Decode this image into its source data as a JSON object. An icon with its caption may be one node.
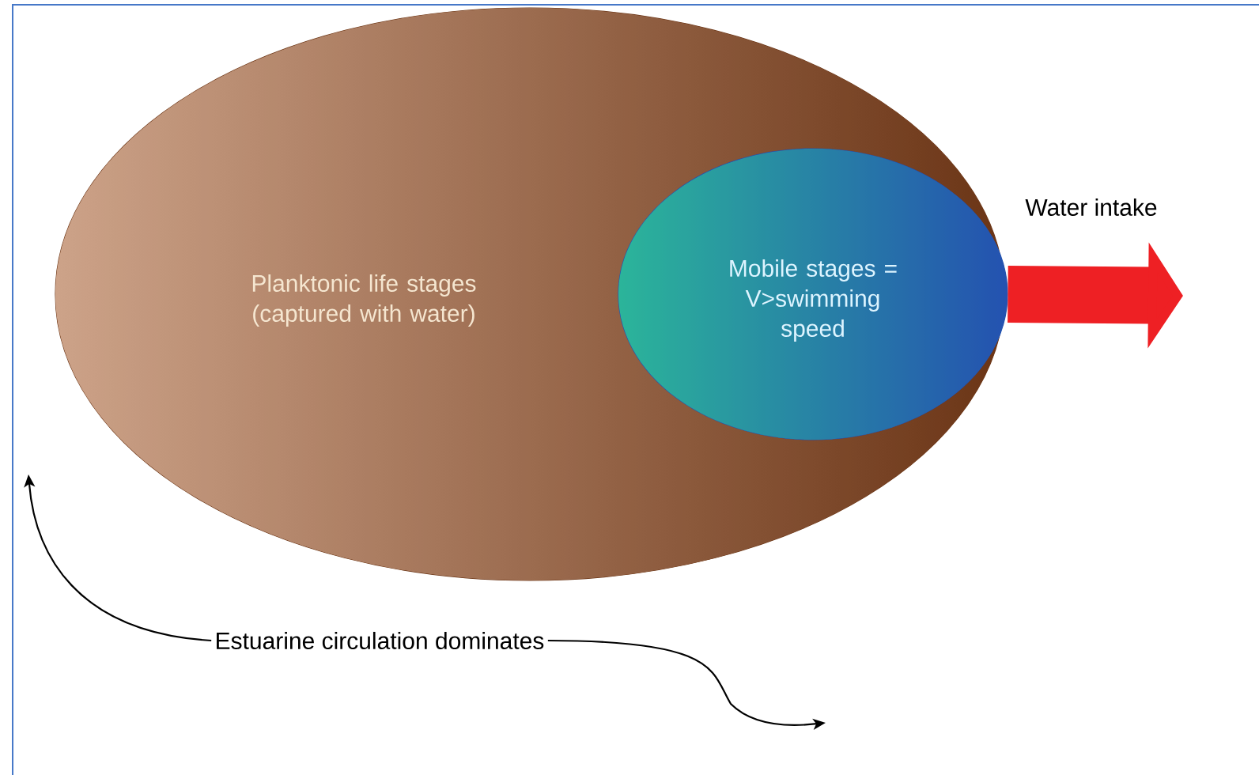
{
  "diagram": {
    "nodes": [
      {
        "text": [
          "Planktonic life stages (captured with water)"
        ]
      },
      {
        "text": [
          "Mobile stages = V>swimming speed"
        ],
        "in": 0
      },
      {
        "text": [
          "Estuarine circulation dominates"
        ]
      }
    ],
    "edges": [
      {
        "from": 1,
        "to": null,
        "arrow": "to",
        "label": "Water intake",
        "style": "thick",
        "color": "#ee2024"
      },
      {
        "from": 2,
        "to": null,
        "arrow": "to"
      },
      {
        "from": 2,
        "to": null,
        "arrow": "to"
      }
    ]
  }
}
